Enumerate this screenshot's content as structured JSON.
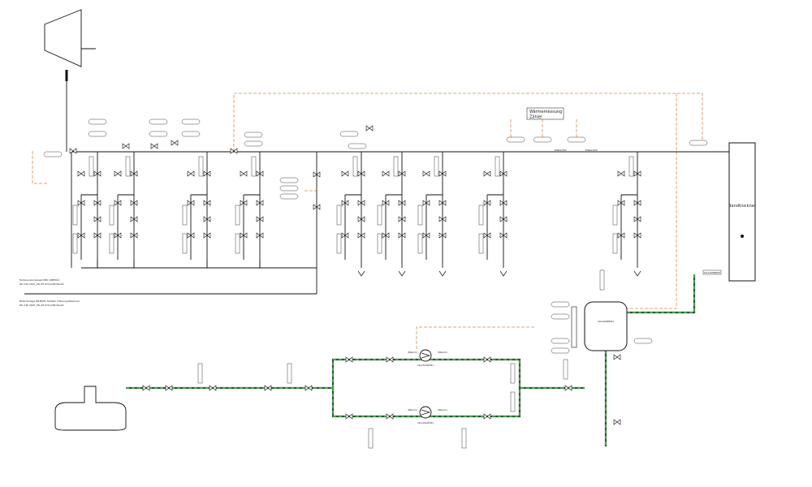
{
  "labels": {
    "heater_main": "Wärmemessung",
    "heater_sub": "Zähler",
    "dryer": "Bandtrockner",
    "condensate_note_1": "Turbinenkondensat  MW 10BF001",
    "condensate_note_2": "ZK  C40  2007_08_28  07/12/06  Rev01",
    "vessel_note_1": "NGD-Vorlage  ZR-B001  Stutzen (Heizung Reserve)",
    "vessel_note_2": "ZK  C40  2007_08_28  07/12/06  Rev01",
    "tank_tag": "10LCA01BB001",
    "pump_top_tag": "10LCA23AP001",
    "pump_bottom_tag": "10LCA22AP001",
    "dryer_tag": "10LCA01BB002",
    "sp_in_top": "80bar(ü)",
    "sp_out_top": "80bar(ü)",
    "sp_in_bottom": "80bar(ü)",
    "sp_out_bottom": "80bar(ü)",
    "header_note_1": "250bar/250",
    "header_note_2": "250bar/250"
  },
  "colors": {
    "process_line": "#111111",
    "signal_line": "#d98a4a",
    "condensate_line": "#1f5e2a",
    "condensate_dash": "#6fbf6f",
    "symbol_fill": "#ffffff"
  }
}
